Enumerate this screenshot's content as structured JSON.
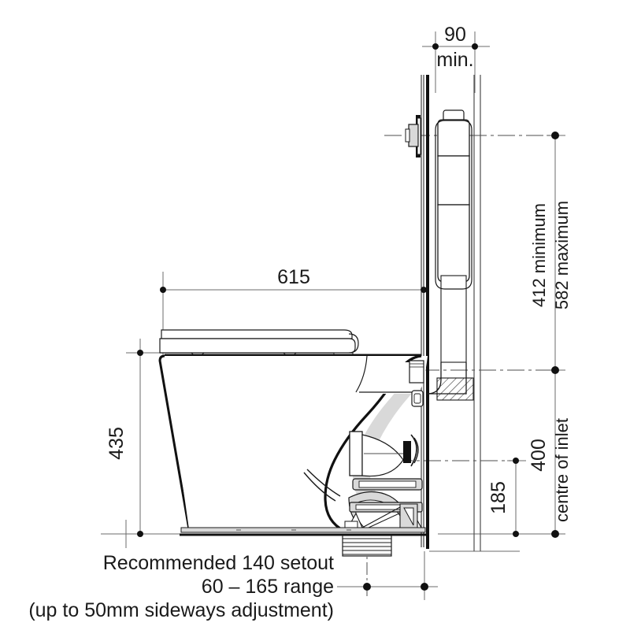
{
  "drawing": {
    "title": "Toilet suite side elevation technical drawing",
    "units": "mm",
    "line_color": "#1a1a1a",
    "dim_color": "#4d4d4d",
    "fill_light": "#d9d9d9",
    "background": "#ffffff"
  },
  "dimensions": {
    "top_clearance": {
      "value": "90",
      "qualifier": "min.",
      "orientation": "horizontal"
    },
    "pan_projection": {
      "value": "615",
      "orientation": "horizontal"
    },
    "pan_height": {
      "value": "435",
      "orientation": "vertical"
    },
    "button_height_min": {
      "value": "412 minimum",
      "orientation": "vertical"
    },
    "button_height_max": {
      "value": "582 maximum",
      "orientation": "vertical"
    },
    "inlet_height": {
      "value": "400",
      "orientation": "vertical"
    },
    "inlet_label": {
      "value": "centre of inlet",
      "orientation": "vertical"
    },
    "outlet_offset": {
      "value": "185",
      "orientation": "vertical"
    }
  },
  "notes": {
    "line1": "Recommended 140 setout",
    "line2": "60 – 165 range",
    "line3": "(up to 50mm sideways adjustment)"
  }
}
